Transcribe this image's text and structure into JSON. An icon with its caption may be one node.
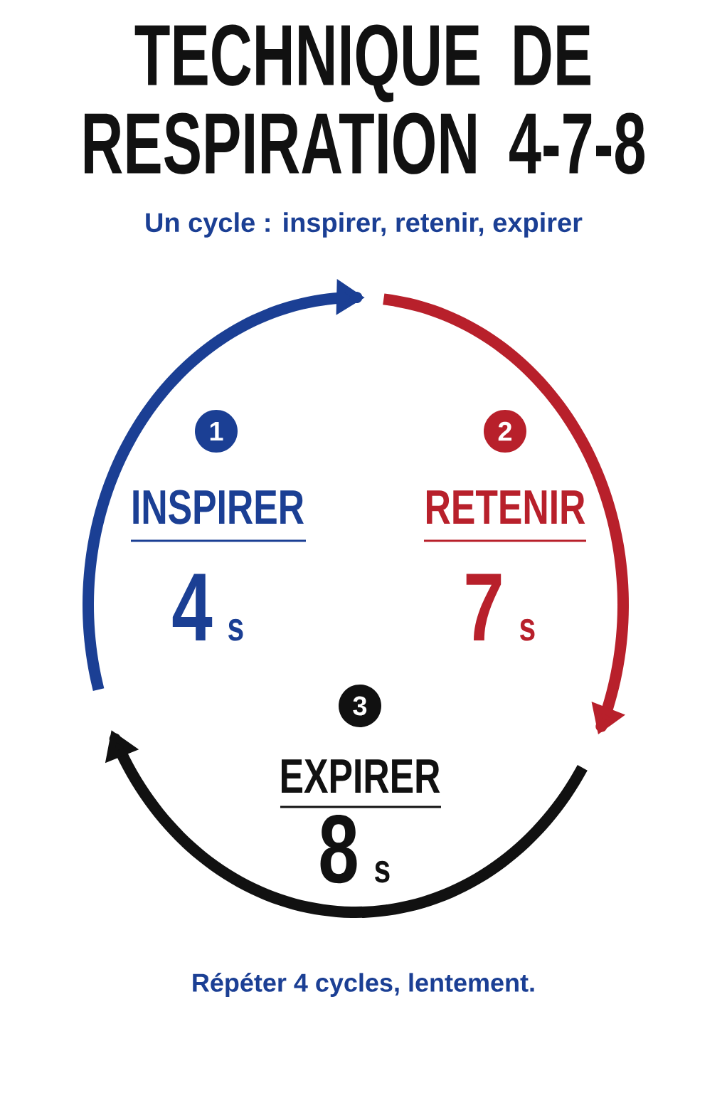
{
  "diagram": {
    "title": "TECHNIQUE DE RESPIRATION 4-7-8",
    "nodes": [
      {
        "text": [
          "1",
          "INSPIRER",
          "4",
          "s"
        ]
      },
      {
        "text": [
          "2",
          "RETENIR",
          "7",
          "s"
        ]
      },
      {
        "text": [
          "3",
          "EXPIRER",
          "8",
          "s"
        ]
      }
    ],
    "labels": [
      "Un cycle : inspirer, retenir, expirer",
      "Répéter 4 cycles, lentement."
    ]
  }
}
